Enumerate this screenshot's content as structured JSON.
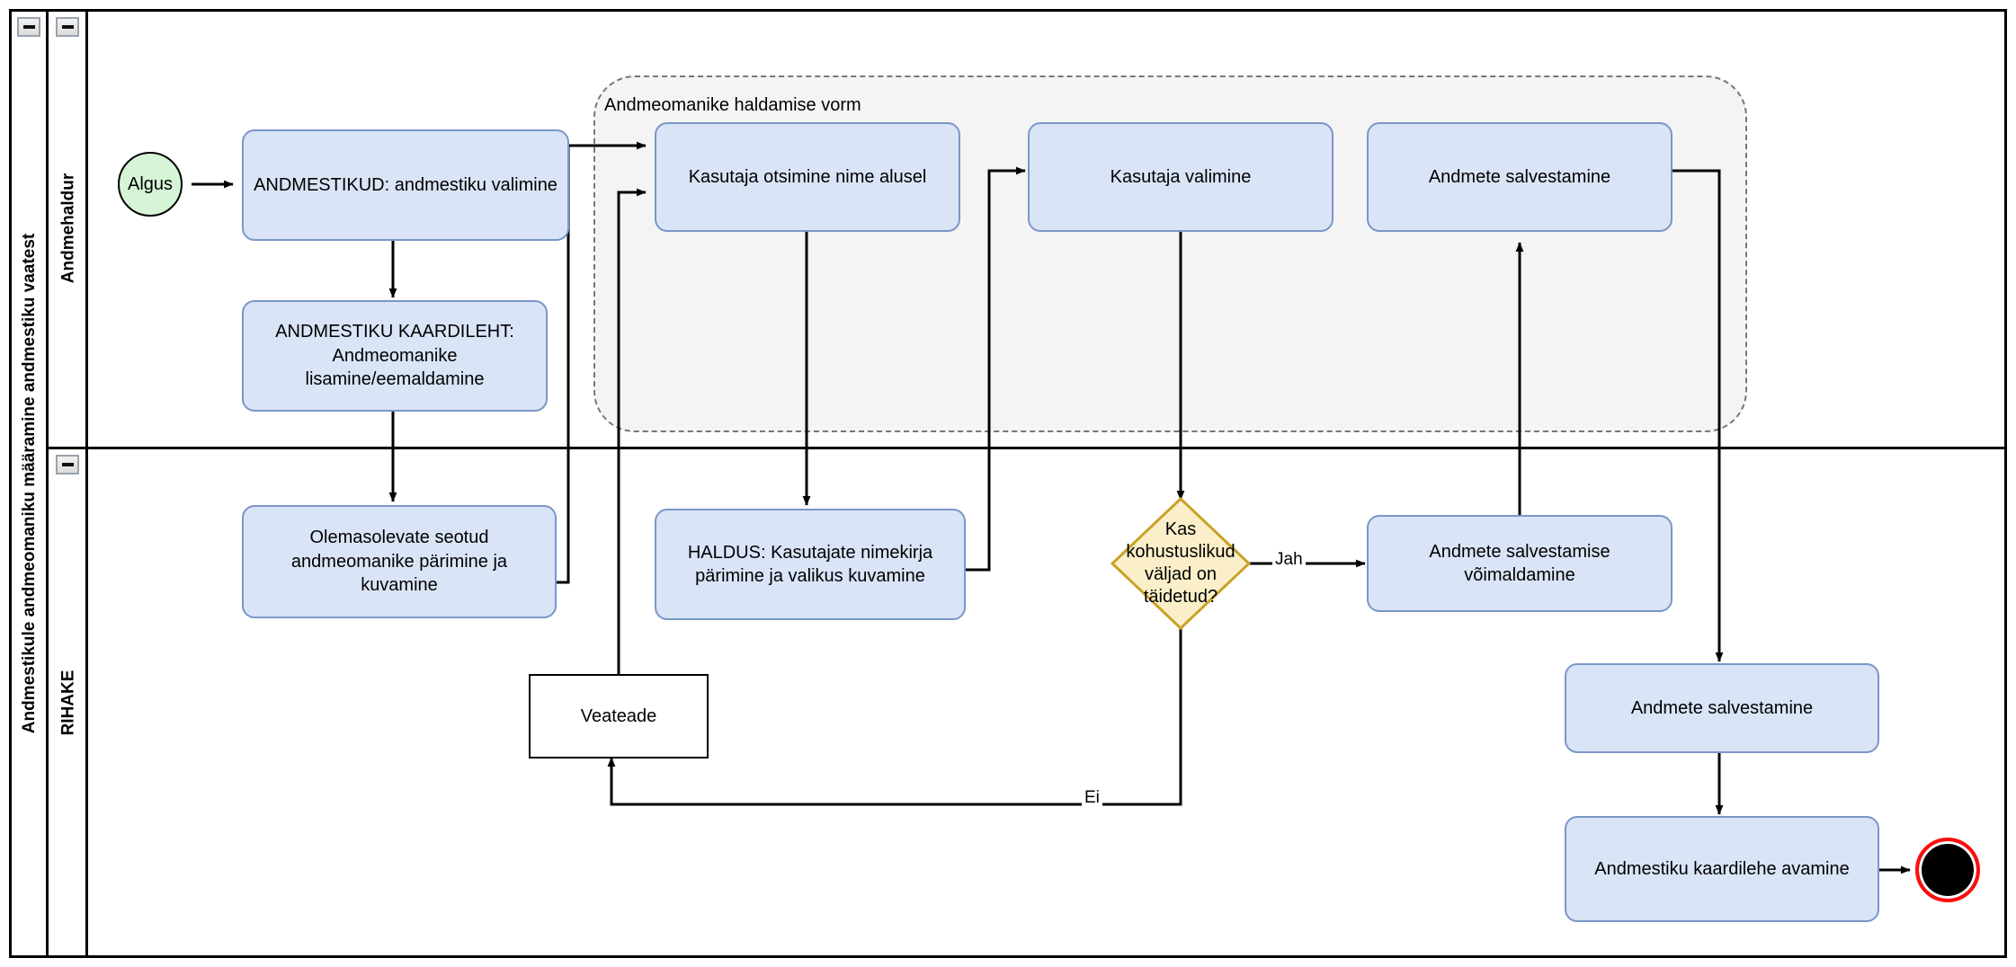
{
  "pool": {
    "title": "Andmestikule andmeomaniku määramine andmestiku vaatest",
    "collapse_icon": "minus-icon",
    "lanes": [
      {
        "id": "lane-andmehaldur",
        "label": "Andmehaldur",
        "collapse_icon": "minus-icon"
      },
      {
        "id": "lane-rihake",
        "label": "RIHAKE",
        "collapse_icon": "minus-icon"
      }
    ]
  },
  "subprocess": {
    "label": "Andmeomanike haldamise vorm"
  },
  "nodes": [
    {
      "id": "start",
      "type": "start-event",
      "label": "Algus",
      "lane": "Andmehaldur"
    },
    {
      "id": "t-andmestikud",
      "type": "task",
      "label": "ANDMESTIKUD: andmestiku valimine",
      "lane": "Andmehaldur"
    },
    {
      "id": "t-kaardileht",
      "type": "task",
      "label": "ANDMESTIKU KAARDILEHT: Andmeomanike lisamine/eemaldamine",
      "lane": "Andmehaldur"
    },
    {
      "id": "t-otsimine",
      "type": "task",
      "label": "Kasutaja otsimine nime alusel",
      "lane": "Andmehaldur"
    },
    {
      "id": "t-kasutaja-val",
      "type": "task",
      "label": "Kasutaja valimine",
      "lane": "Andmehaldur"
    },
    {
      "id": "t-salvestamine-1",
      "type": "task",
      "label": "Andmete salvestamine",
      "lane": "Andmehaldur"
    },
    {
      "id": "t-olemasolevate",
      "type": "task",
      "label": "Olemasolevate seotud andmeomanike pärimine ja kuvamine",
      "lane": "RIHAKE"
    },
    {
      "id": "t-haldus",
      "type": "task",
      "label": "HALDUS: Kasutajate nimekirja pärimine ja valikus kuvamine",
      "lane": "RIHAKE"
    },
    {
      "id": "g-kohustuslikud",
      "type": "gateway",
      "label": "Kas kohustuslikud väljad on täidetud?",
      "lane": "RIHAKE"
    },
    {
      "id": "t-voimaldamine",
      "type": "task",
      "label": "Andmete salvestamise võimaldamine",
      "lane": "RIHAKE"
    },
    {
      "id": "t-veateade",
      "type": "plain-task",
      "label": "Veateade",
      "lane": "RIHAKE"
    },
    {
      "id": "t-salvestamine-2",
      "type": "task",
      "label": "Andmete salvestamine",
      "lane": "RIHAKE"
    },
    {
      "id": "t-avamine",
      "type": "task",
      "label": "Andmestiku kaardilehe avamine",
      "lane": "RIHAKE"
    },
    {
      "id": "end",
      "type": "end-event",
      "label": "",
      "lane": "RIHAKE"
    }
  ],
  "edge_labels": {
    "jah": "Jah",
    "ei": "Ei"
  },
  "colors": {
    "task_fill": "#dae4f7",
    "task_stroke": "#7a96c8",
    "start_fill": "#d6f5d6",
    "gateway_fill": "#fbefc9",
    "gateway_stroke": "#c9a227",
    "end_stroke": "#ff0d0d",
    "subprocess_fill": "#f4f4f4",
    "subprocess_stroke": "#777777",
    "connector": "#000000"
  }
}
